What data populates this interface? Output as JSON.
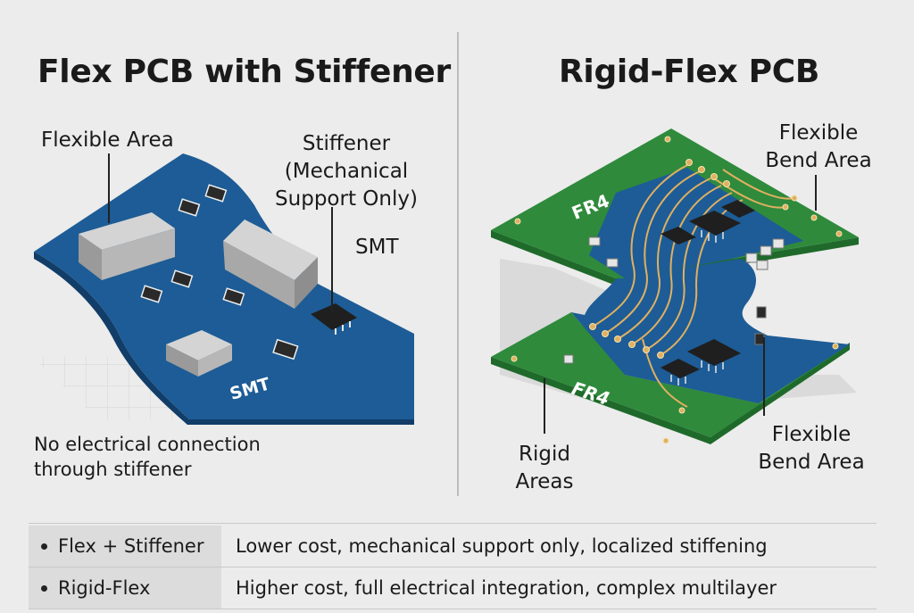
{
  "left_panel": {
    "title": "Flex PCB with Stiffener",
    "labels": {
      "flexible_area": "Flexible Area",
      "stiffener_line1": "Stiffener",
      "stiffener_line2": "(Mechanical",
      "stiffener_line3": "Support Only)",
      "smt_outside": "SMT",
      "smt_on_board": "SMT",
      "note_line1": "No electrical connection",
      "note_line2": "through stiffener"
    }
  },
  "right_panel": {
    "title": "Rigid-Flex PCB",
    "labels": {
      "flexible_bend_top_line1": "Flexible",
      "flexible_bend_top_line2": "Bend Area",
      "fr4_top": "FR4",
      "fr4_bottom": "FR4",
      "rigid_areas_line1": "Rigid",
      "rigid_areas_line2": "Areas",
      "flexible_bend_bottom_line1": "Flexible",
      "flexible_bend_bottom_line2": "Bend Area"
    }
  },
  "comparison": [
    {
      "name": "Flex + Stiffener",
      "description": "Lower cost, mechanical support only, localized stiffening"
    },
    {
      "name": "Rigid-Flex",
      "description": "Higher cost, full electrical integration, complex multilayer"
    }
  ],
  "colors": {
    "flex_blue": "#1d5c96",
    "flex_blue_dark": "#113d68",
    "fr4_green": "#2f8a3c",
    "trace_gold": "#e0b060",
    "stiffener_gray": "#b7b7b7",
    "chip_black": "#1f1f1f"
  }
}
